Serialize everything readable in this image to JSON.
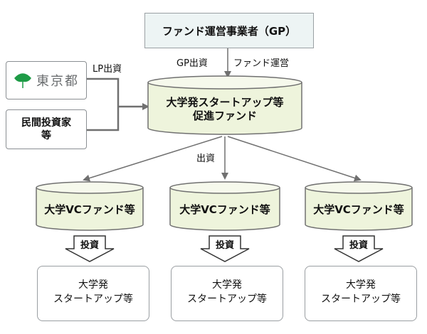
{
  "gp_box": {
    "label": "ファンド運営事業者（GP）"
  },
  "lp_sources": {
    "tokyo": {
      "logo_text": "東京都",
      "logo_icon": "ginkgo-leaf-icon"
    },
    "investor": {
      "line1": "民間投資家",
      "line2": "等"
    }
  },
  "edge_labels": {
    "lp": "LP出資",
    "gp_invest": "GP出資",
    "fund_management": "ファンド運営",
    "invest": "出資"
  },
  "main_fund": {
    "line1": "大学発スタートアップ等",
    "line2": "促進ファンド"
  },
  "vc_funds": [
    {
      "label": "大学VCファンド等",
      "invest_label": "投資",
      "startup_line1": "大学発",
      "startup_line2": "スタートアップ等"
    },
    {
      "label": "大学VCファンド等",
      "invest_label": "投資",
      "startup_line1": "大学発",
      "startup_line2": "スタートアップ等"
    },
    {
      "label": "大学VCファンド等",
      "invest_label": "投資",
      "startup_line1": "大学発",
      "startup_line2": "スタートアップ等"
    }
  ],
  "colors": {
    "cylinder_fill": "#eef4dc",
    "cylinder_top": "#f6f9ec",
    "cylinder_stroke": "#707070",
    "line": "#707070",
    "gp_fill": "#edf4f4",
    "tokyo_green": "#1e9b46"
  }
}
